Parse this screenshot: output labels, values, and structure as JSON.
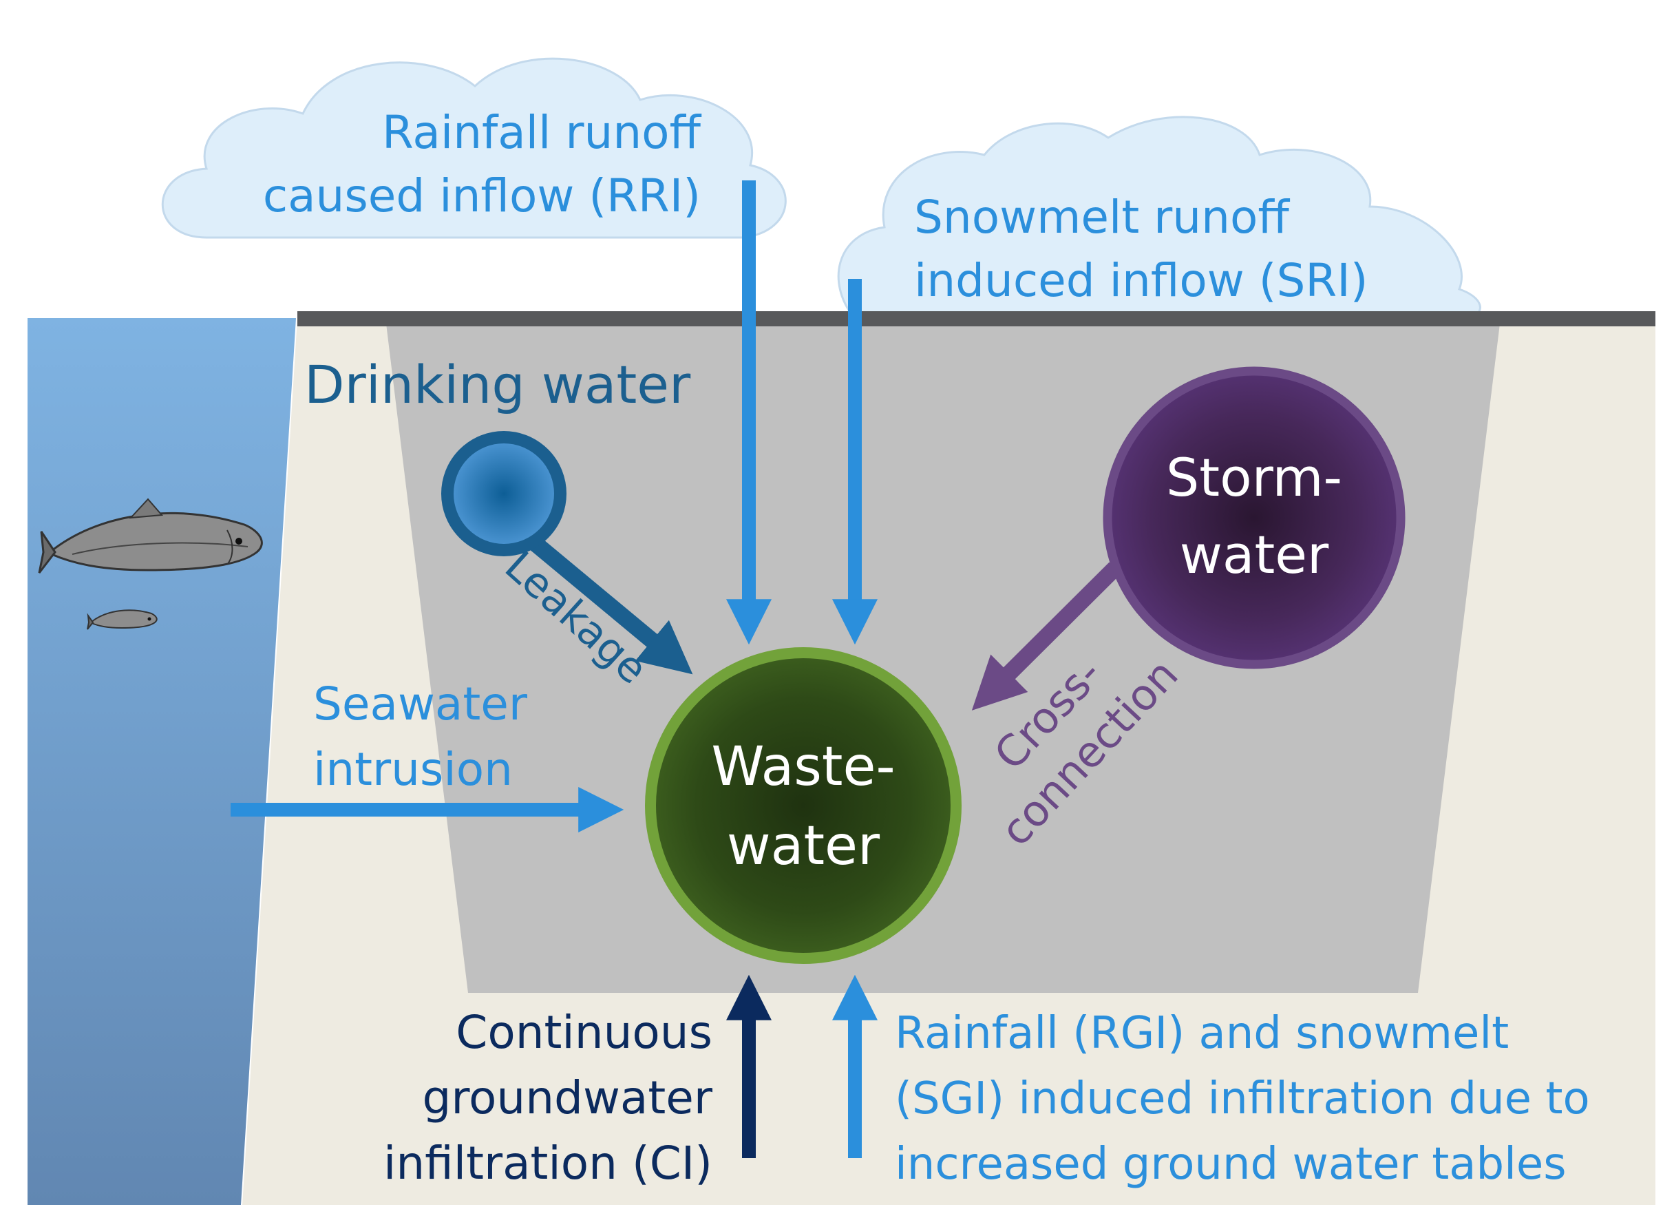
{
  "labels": {
    "rri_line1": "Rainfall runoff",
    "rri_line2": "caused inflow (RRI)",
    "sri_line1": "Snowmelt runoff",
    "sri_line2": "induced inflow (SRI)",
    "drinking_water": "Drinking water",
    "leakage": "Leakage",
    "storm_line1": "Storm-",
    "storm_line2": "water",
    "cross_line1": "Cross-",
    "cross_line2": "connection",
    "seawater_line1": "Seawater",
    "seawater_line2": "intrusion",
    "waste_line1": "Waste-",
    "waste_line2": "water",
    "ci_line1": "Continuous",
    "ci_line2": "groundwater",
    "ci_line3": "infiltration (CI)",
    "rgi_line1": "Rainfall (RGI) and snowmelt",
    "rgi_line2": "(SGI) induced infiltration due to",
    "rgi_line3": "increased ground water tables"
  },
  "icons": [
    "cloud-icon",
    "fish-icon",
    "arrow-icon"
  ],
  "colors": {
    "light_blue": "#2b8fdc",
    "dark_blue": "#1b5f8f",
    "navy": "#0b2a5e",
    "purple": "#6b4a86",
    "green_ring": "#72a23a",
    "trench_gray": "#c0c0c0",
    "soil": "#eeebe1",
    "cloud": "#deeefa",
    "sea": "#7aaee0"
  }
}
